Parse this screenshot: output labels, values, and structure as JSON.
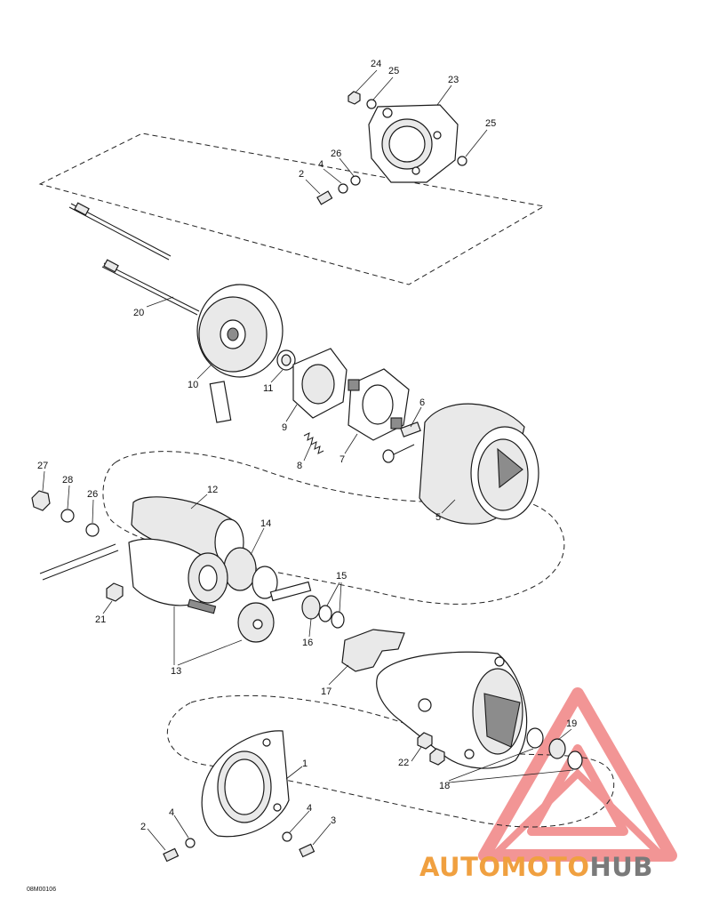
{
  "diagram": {
    "drawing_code": "08M00106",
    "callouts": [
      "24",
      "25",
      "23",
      "25",
      "26",
      "4",
      "2",
      "20",
      "10",
      "11",
      "9",
      "6",
      "7",
      "8",
      "5",
      "27",
      "28",
      "26",
      "12",
      "14",
      "15",
      "16",
      "21",
      "13",
      "17",
      "19",
      "22",
      "18",
      "1",
      "4",
      "2",
      "4",
      "3"
    ]
  },
  "watermark": {
    "text_part1": "AUTOMOTO",
    "text_part2": "HUB",
    "color_primary": "#f0a040",
    "color_secondary": "#7a7a7a",
    "logo_color": "#e84040"
  }
}
